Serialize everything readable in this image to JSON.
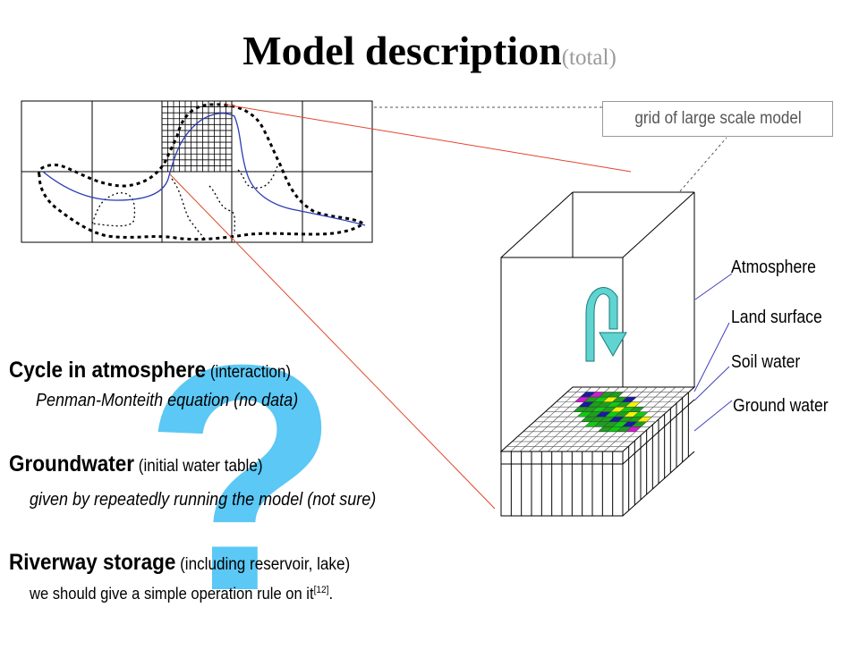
{
  "title": {
    "main": "Model description",
    "sub": "(total)"
  },
  "callout": {
    "grid_label": "grid of large scale model"
  },
  "layers": {
    "atmosphere": "Atmosphere",
    "land_surface": "Land surface",
    "soil_water": "Soil water",
    "ground_water": "Ground water"
  },
  "question_mark": "?",
  "items": {
    "cycle": {
      "heading": "Cycle in atmosphere",
      "paren": " (interaction)",
      "detail": "Penman-Monteith equation (no data)"
    },
    "groundwater": {
      "heading": "Groundwater",
      "paren": " (initial water table)",
      "detail": "given by  repeatedly running the model (not sure)"
    },
    "riverway": {
      "heading": "Riverway storage",
      "paren": " (including reservoir, lake)",
      "detail_before": "we should give a simple operation rule on it",
      "ref": "[12]",
      "detail_after": "."
    }
  },
  "colors": {
    "accent_red": "#e2462a",
    "river_blue": "#2a3bb5",
    "layer_line": "#4040c0",
    "question": "#5bc8f5",
    "arrow": "#5fd4d0"
  }
}
